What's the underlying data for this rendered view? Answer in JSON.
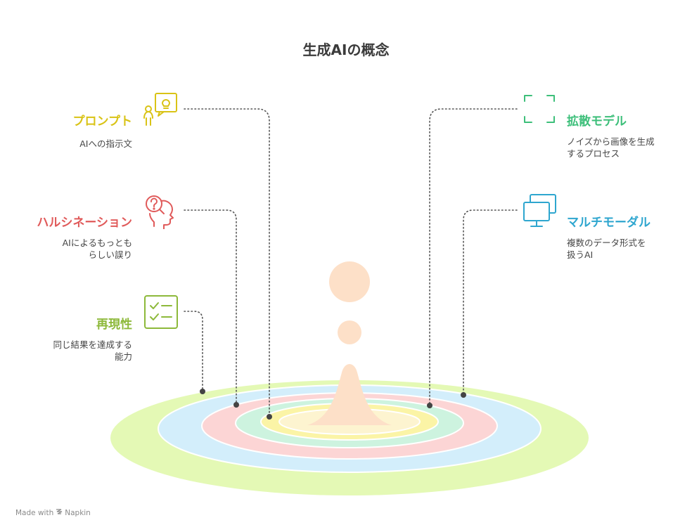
{
  "title": "生成AIの概念",
  "items": [
    {
      "label": "プロンプト",
      "desc": [
        "AIへの指示文"
      ],
      "color": "#d9c316",
      "icon": "person-lightbulb-icon"
    },
    {
      "label": "ハルシネーション",
      "desc": [
        "AIによるもっとも",
        "らしい誤り"
      ],
      "color": "#e05a5a",
      "icon": "head-question-icon"
    },
    {
      "label": "再現性",
      "desc": [
        "同じ結果を達成する",
        "能力"
      ],
      "color": "#8db93a",
      "icon": "checklist-icon"
    },
    {
      "label": "拡散モデル",
      "desc": [
        "ノイズから画像を生成",
        "するプロセス"
      ],
      "color": "#3dbf7a",
      "icon": "focus-frame-icon"
    },
    {
      "label": "マルチモーダル",
      "desc": [
        "複数のデータ形式を",
        "扱うAI"
      ],
      "color": "#2ea6cf",
      "icon": "monitors-icon"
    }
  ],
  "footer": {
    "text": "Made with",
    "brand": "Napkin"
  }
}
